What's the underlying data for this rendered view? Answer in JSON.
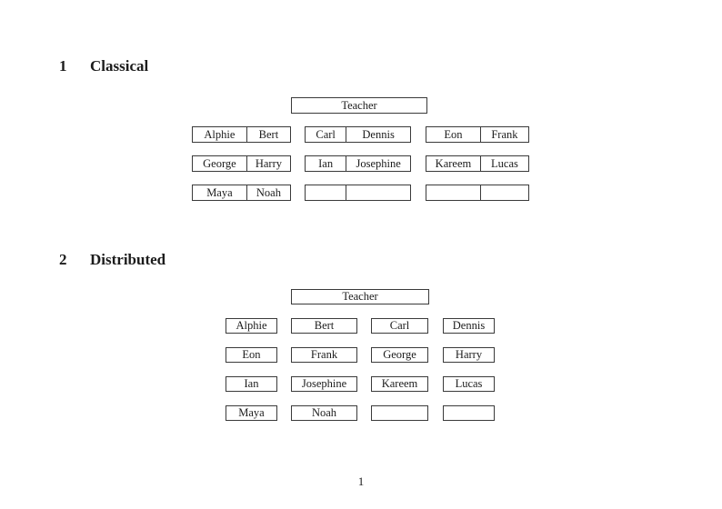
{
  "document": {
    "page_number": "1"
  },
  "sections": [
    {
      "number": "1",
      "title": "Classical",
      "teacher_label": "Teacher",
      "desks": [
        [
          [
            "Alphie",
            "Bert"
          ],
          [
            "Carl",
            "Dennis"
          ],
          [
            "Eon",
            "Frank"
          ]
        ],
        [
          [
            "George",
            "Harry"
          ],
          [
            "Ian",
            "Josephine"
          ],
          [
            "Kareem",
            "Lucas"
          ]
        ],
        [
          [
            "Maya",
            "Noah"
          ],
          [
            "",
            ""
          ],
          [
            "",
            ""
          ]
        ]
      ]
    },
    {
      "number": "2",
      "title": "Distributed",
      "teacher_label": "Teacher",
      "desks": [
        [
          "Alphie",
          "Bert",
          "Carl",
          "Dennis"
        ],
        [
          "Eon",
          "Frank",
          "George",
          "Harry"
        ],
        [
          "Ian",
          "Josephine",
          "Kareem",
          "Lucas"
        ],
        [
          "Maya",
          "Noah",
          "",
          ""
        ]
      ]
    }
  ]
}
